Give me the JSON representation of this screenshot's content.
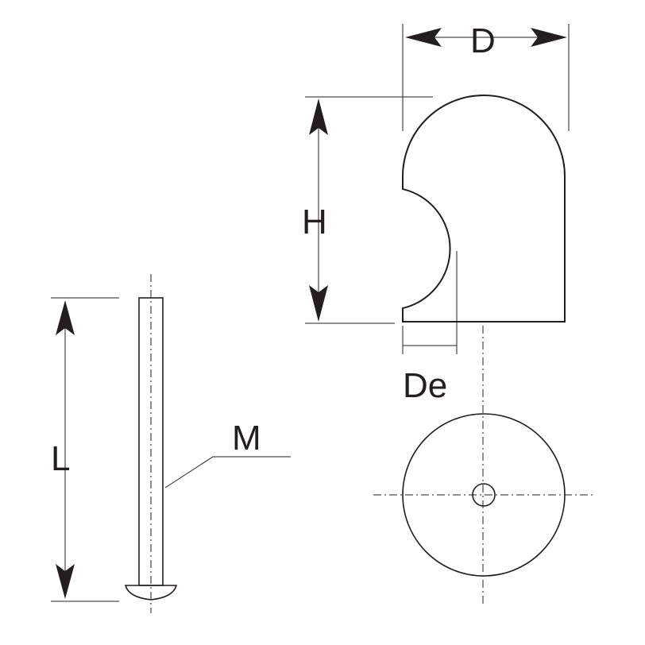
{
  "labels": {
    "D": "D",
    "H": "H",
    "De": "De",
    "L": "L",
    "M": "M"
  },
  "colors": {
    "ink": "#231f20",
    "background": "#ffffff"
  }
}
